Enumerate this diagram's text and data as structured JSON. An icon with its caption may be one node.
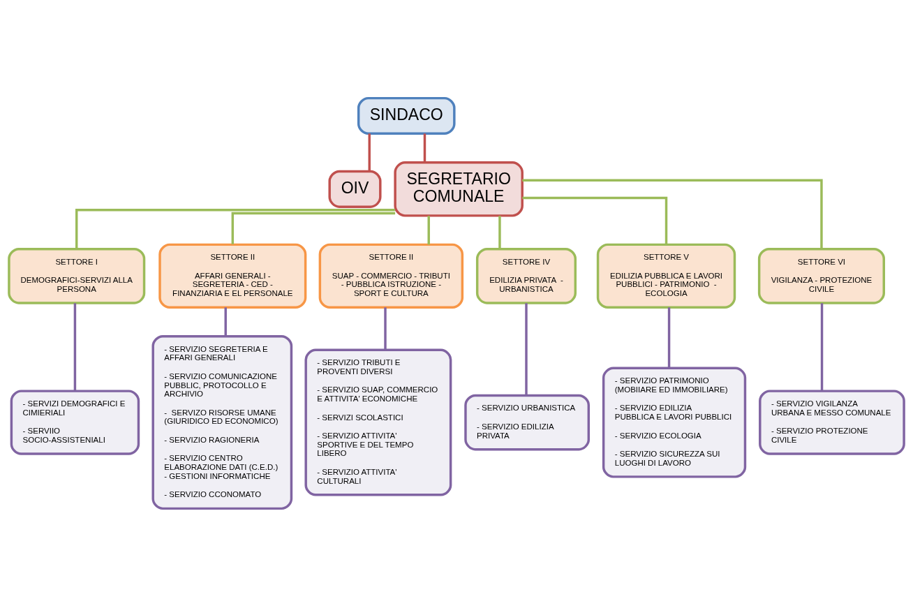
{
  "diagram": {
    "nodes": [
      {
        "text": [
          "SINDACO"
        ]
      },
      {
        "text": [
          "OIV"
        ]
      },
      {
        "text": [
          "SEGRETARIO COMUNALE"
        ]
      },
      {
        "text": [
          "SETTORE I",
          "DEMOGRAFICI-SERVIZI ALLA PERSONA"
        ]
      },
      {
        "text": [
          "SETTORE II",
          "AFFARI GENERALI - SEGRETERIA - CED - FINANZIARIA E EL PERSONALE"
        ]
      },
      {
        "text": [
          "SETTORE II",
          "SUAP - COMMERCIO - TRIBUTI - PUBBLICA ISTRUZIONE - SPORT E CULTURA"
        ]
      },
      {
        "text": [
          "SETTORE IV",
          "EDILIZIA PRIVATA  - URBANISTICA"
        ]
      },
      {
        "text": [
          "SETTORE V",
          "EDILIZIA PUBBLICA E LAVORI PUBBLICI - PATRIMONIO  - ECOLOGIA"
        ]
      },
      {
        "text": [
          "SETTORE VI",
          "VIGILANZA - PROTEZIONE CIVILE"
        ]
      },
      {
        "text": [
          "- SERVIZI DEMOGRAFICI E CIMIERIALI",
          "- SERVIIO SOCIO-ASSISTENIALI"
        ]
      },
      {
        "text": [
          "- SERVIZIO SEGRETERIA E AFFARI GENERALI",
          "- SERVIZIO COMUNICAZIONE PUBBLIC, PROTOCOLLO E ARCHIVIO",
          "-  SERVIZO RISORSE UMANE (GIURIDICO ED ECONOMICO)",
          "- SERVIZIO RAGIONERIA",
          "- SERVIZIO CENTRO ELABORAZIONE DATI (C.E.D.) - GESTIONI INFORMATICHE",
          "- SERVIZIO CCONOMATO"
        ]
      },
      {
        "text": [
          "- SERVIZIO TRIBUTI E PROVENTI DIVERSI",
          "- SERVIZIO SUAP, COMMERCIO E ATTIVITA' ECONOMICHE",
          "- SERVIZI SCOLASTICI",
          "- SERVIZIO ATTIVITA' SPORTIVE E DEL TEMPO LIBERO",
          "- SERVIZIO ATTIVITA' CULTURALI"
        ]
      },
      {
        "text": [
          "- SERVIZIO URBANISTICA",
          "- SERVIZIO EDILIZIA PRIVATA"
        ]
      },
      {
        "text": [
          "- SERVIZIO PATRIMONIO (MOBIIARE ED IMMOBILIARE)",
          "- SERVIZIO EDILIZIA PUBBLICA E LAVORI PUBBLICI",
          "- SERVIZIO ECOLOGIA",
          "- SERVIZIO SICUREZZA SUI LUOGHI DI LAVORO"
        ]
      },
      {
        "text": [
          "- SERVIZIO VIGILANZA URBANA E MESSO COMUNALE",
          "- SERVIZIO PROTEZIONE CIVILE"
        ]
      }
    ],
    "edges": [
      {
        "from": 0,
        "to": 1,
        "arrow": "none",
        "color": "#c0504d"
      },
      {
        "from": 0,
        "to": 2,
        "arrow": "none",
        "color": "#c0504d"
      },
      {
        "from": 2,
        "to": 3,
        "arrow": "none",
        "color": "#9bbb59"
      },
      {
        "from": 2,
        "to": 4,
        "arrow": "none",
        "color": "#9bbb59"
      },
      {
        "from": 2,
        "to": 5,
        "arrow": "none",
        "color": "#9bbb59"
      },
      {
        "from": 2,
        "to": 6,
        "arrow": "none",
        "color": "#9bbb59"
      },
      {
        "from": 2,
        "to": 7,
        "arrow": "none",
        "color": "#9bbb59"
      },
      {
        "from": 2,
        "to": 8,
        "arrow": "none",
        "color": "#9bbb59"
      },
      {
        "from": 3,
        "to": 9,
        "arrow": "none",
        "color": "#8064a2"
      },
      {
        "from": 4,
        "to": 10,
        "arrow": "none",
        "color": "#8064a2"
      },
      {
        "from": 5,
        "to": 11,
        "arrow": "none",
        "color": "#8064a2"
      },
      {
        "from": 6,
        "to": 12,
        "arrow": "none",
        "color": "#8064a2"
      },
      {
        "from": 7,
        "to": 13,
        "arrow": "none",
        "color": "#8064a2"
      },
      {
        "from": 8,
        "to": 14,
        "arrow": "none",
        "color": "#8064a2"
      }
    ]
  }
}
